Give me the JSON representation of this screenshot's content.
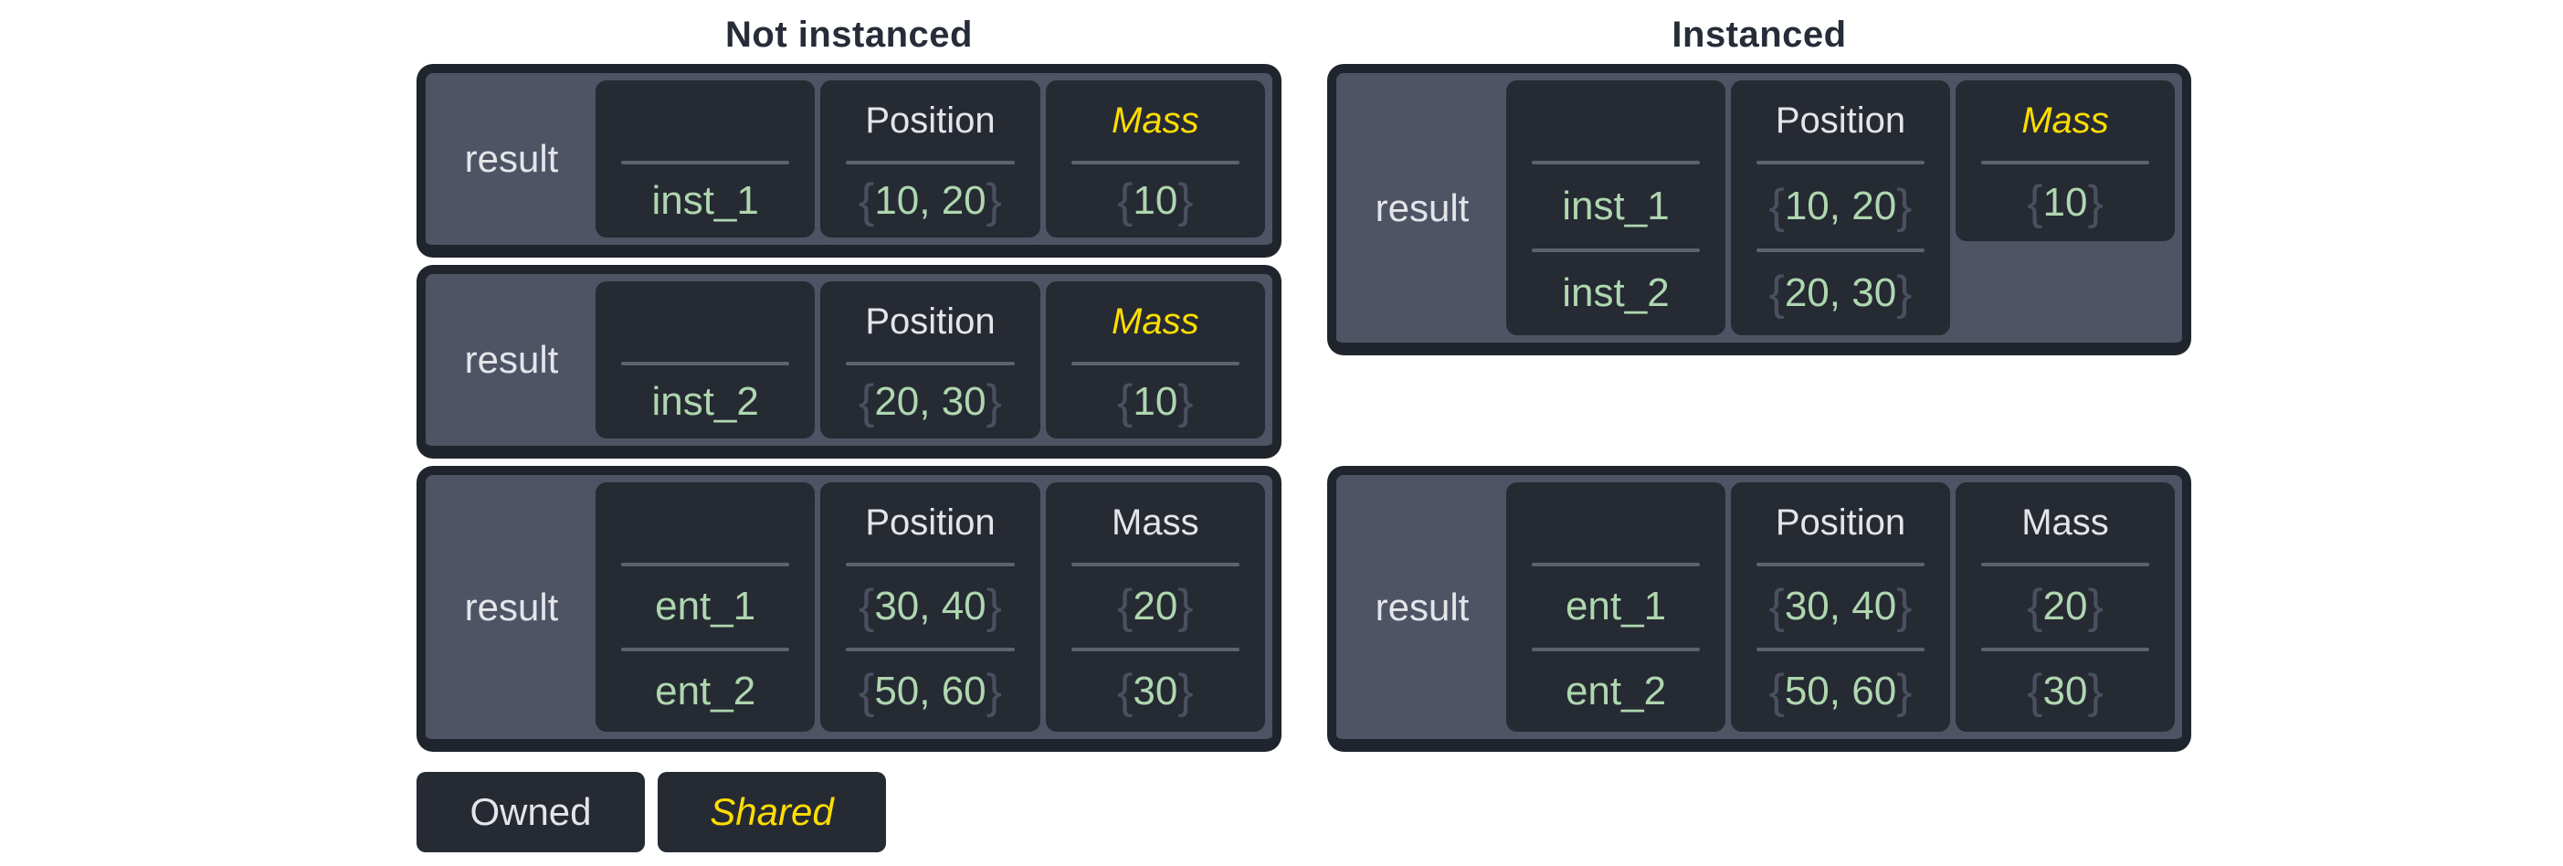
{
  "titles": {
    "left": "Not instanced",
    "right": "Instanced"
  },
  "palette": {
    "page-bg": "#ffffff",
    "title": "#272c39",
    "table-bg": "#4e5464",
    "border": "#20242d",
    "cell-bg": "#252a33",
    "light": "#e3e5e9",
    "yellow": "#ffdd00",
    "green": "#aed6af",
    "braces": "#4a5060",
    "divider": "#5c626e"
  },
  "legend": {
    "owned": "Owned",
    "shared": "Shared"
  },
  "tables": [
    {
      "id": "L1",
      "group": "not-instanced",
      "result_label": "result",
      "cells": [
        {
          "header": "",
          "shared": false,
          "span_single": false,
          "entries": [
            {
              "text": "inst_1",
              "braces": false
            }
          ]
        },
        {
          "header": "Position",
          "shared": false,
          "span_single": false,
          "entries": [
            {
              "text": "10, 20",
              "braces": true
            }
          ]
        },
        {
          "header": "Mass",
          "shared": true,
          "span_single": false,
          "entries": [
            {
              "text": "10",
              "braces": true
            }
          ]
        }
      ]
    },
    {
      "id": "L2",
      "group": "not-instanced",
      "result_label": "result",
      "cells": [
        {
          "header": "",
          "shared": false,
          "span_single": false,
          "entries": [
            {
              "text": "inst_2",
              "braces": false
            }
          ]
        },
        {
          "header": "Position",
          "shared": false,
          "span_single": false,
          "entries": [
            {
              "text": "20, 30",
              "braces": true
            }
          ]
        },
        {
          "header": "Mass",
          "shared": true,
          "span_single": false,
          "entries": [
            {
              "text": "10",
              "braces": true
            }
          ]
        }
      ]
    },
    {
      "id": "L3",
      "group": "not-instanced",
      "result_label": "result",
      "cells": [
        {
          "header": "",
          "shared": false,
          "span_single": false,
          "entries": [
            {
              "text": "ent_1",
              "braces": false
            },
            {
              "text": "ent_2",
              "braces": false
            }
          ]
        },
        {
          "header": "Position",
          "shared": false,
          "span_single": false,
          "entries": [
            {
              "text": "30, 40",
              "braces": true
            },
            {
              "text": "50, 60",
              "braces": true
            }
          ]
        },
        {
          "header": "Mass",
          "shared": false,
          "span_single": false,
          "entries": [
            {
              "text": "20",
              "braces": true
            },
            {
              "text": "30",
              "braces": true
            }
          ]
        }
      ]
    },
    {
      "id": "R1",
      "group": "instanced",
      "result_label": "result",
      "cells": [
        {
          "header": "",
          "shared": false,
          "span_single": false,
          "entries": [
            {
              "text": "inst_1",
              "braces": false
            },
            {
              "text": "inst_2",
              "braces": false
            }
          ]
        },
        {
          "header": "Position",
          "shared": false,
          "span_single": false,
          "entries": [
            {
              "text": "10, 20",
              "braces": true
            },
            {
              "text": "20, 30",
              "braces": true
            }
          ]
        },
        {
          "header": "Mass",
          "shared": true,
          "span_single": true,
          "entries": [
            {
              "text": "10",
              "braces": true
            }
          ]
        }
      ]
    },
    {
      "id": "R2",
      "group": "instanced",
      "result_label": "result",
      "cells": [
        {
          "header": "",
          "shared": false,
          "span_single": false,
          "entries": [
            {
              "text": "ent_1",
              "braces": false
            },
            {
              "text": "ent_2",
              "braces": false
            }
          ]
        },
        {
          "header": "Position",
          "shared": false,
          "span_single": false,
          "entries": [
            {
              "text": "30, 40",
              "braces": true
            },
            {
              "text": "50, 60",
              "braces": true
            }
          ]
        },
        {
          "header": "Mass",
          "shared": false,
          "span_single": false,
          "entries": [
            {
              "text": "20",
              "braces": true
            },
            {
              "text": "30",
              "braces": true
            }
          ]
        }
      ]
    }
  ]
}
